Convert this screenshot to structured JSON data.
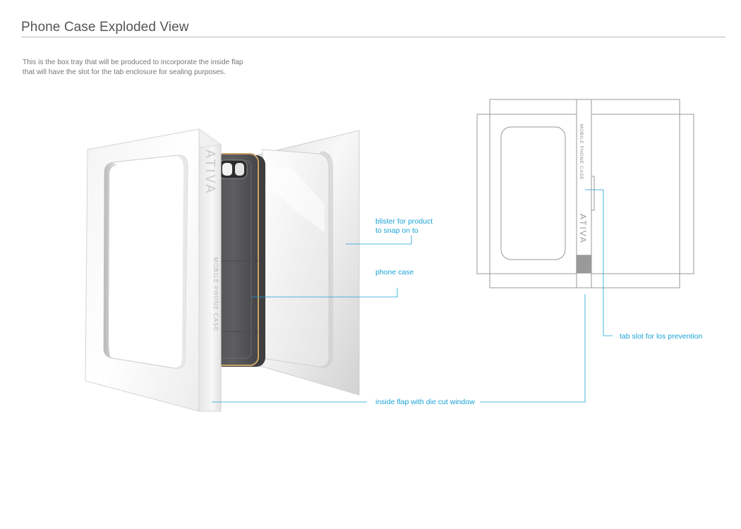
{
  "header": {
    "title": "Phone Case Exploded View"
  },
  "description": {
    "lines": [
      "This is the box tray that will be produced to incorporate the inside flap",
      "that will have the slot for the tab enclosure for sealing purposes."
    ]
  },
  "packaging": {
    "brand": "ATIVA",
    "product_text": "MOBILE PHONE CASE"
  },
  "callouts": {
    "blister": [
      "blister for product",
      "to snap on to"
    ],
    "phone_case": "phone case",
    "inside_flap": "inside flap with die cut window",
    "tab_slot": "tab slot for los prevention"
  },
  "colors": {
    "callout": "#1aa3d6",
    "phone_body": "#5a5a5c",
    "phone_trim": "#c9a26a",
    "outline": "#8c8c8c"
  }
}
